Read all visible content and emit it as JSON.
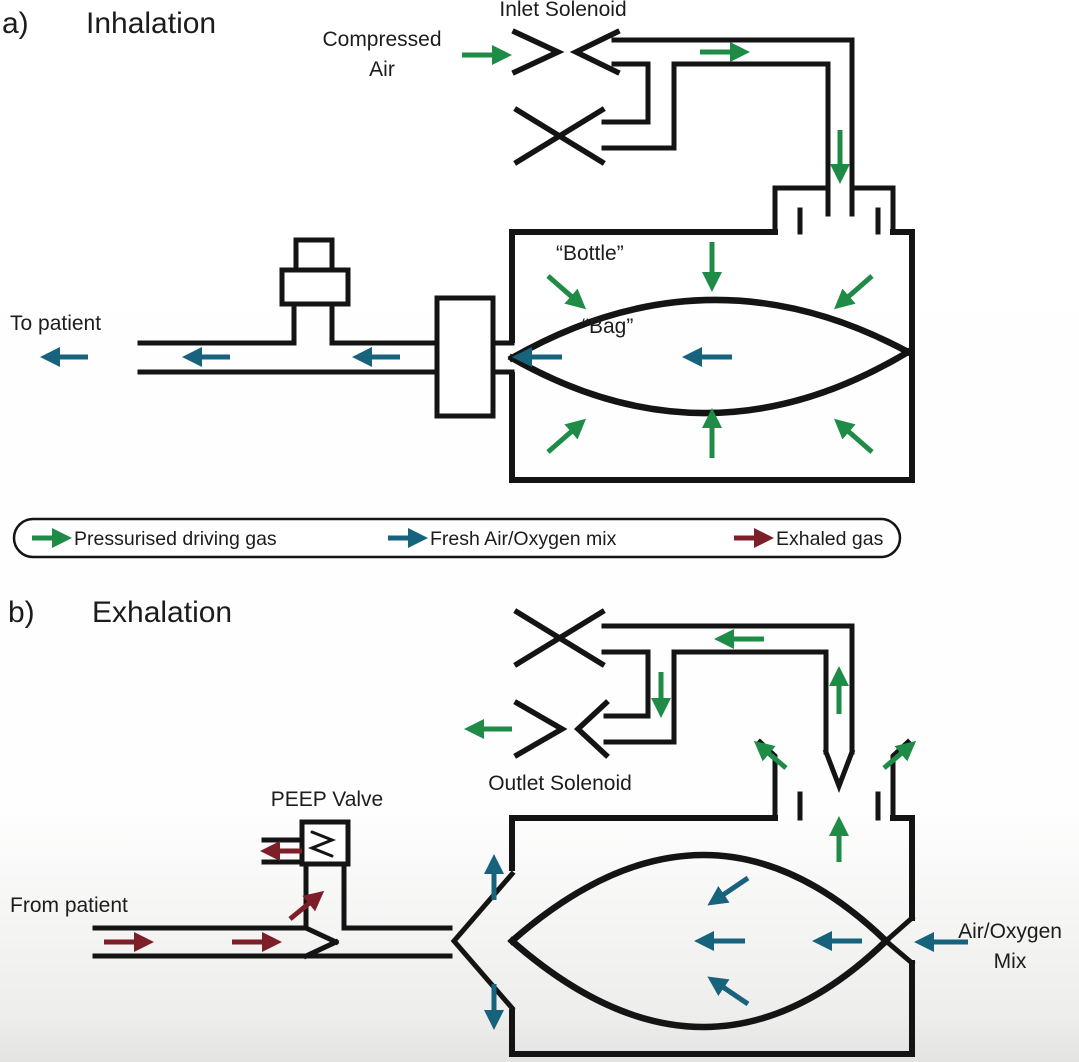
{
  "colors": {
    "driving": "#1e8b47",
    "fresh": "#17637e",
    "exhaled": "#7d1f28",
    "ink": "#141414",
    "text": "#1c1c1c"
  },
  "panel_a": {
    "index_label": "a)",
    "title": "Inhalation",
    "labels": {
      "inlet_solenoid": "Inlet Solenoid",
      "compressed_air_1": "Compressed",
      "compressed_air_2": "Air",
      "bottle": "“Bottle”",
      "bag": "“Bag”",
      "to_patient": "To patient"
    }
  },
  "legend": {
    "items": [
      {
        "label": "Pressurised driving gas",
        "color_key": "driving"
      },
      {
        "label": "Fresh Air/Oxygen mix",
        "color_key": "fresh"
      },
      {
        "label": "Exhaled gas",
        "color_key": "exhaled"
      }
    ]
  },
  "panel_b": {
    "index_label": "b)",
    "title": "Exhalation",
    "labels": {
      "peep_valve": "PEEP Valve",
      "outlet_solenoid": "Outlet Solenoid",
      "from_patient": "From patient",
      "air_oxygen_1": "Air/Oxygen",
      "air_oxygen_2": "Mix"
    }
  }
}
